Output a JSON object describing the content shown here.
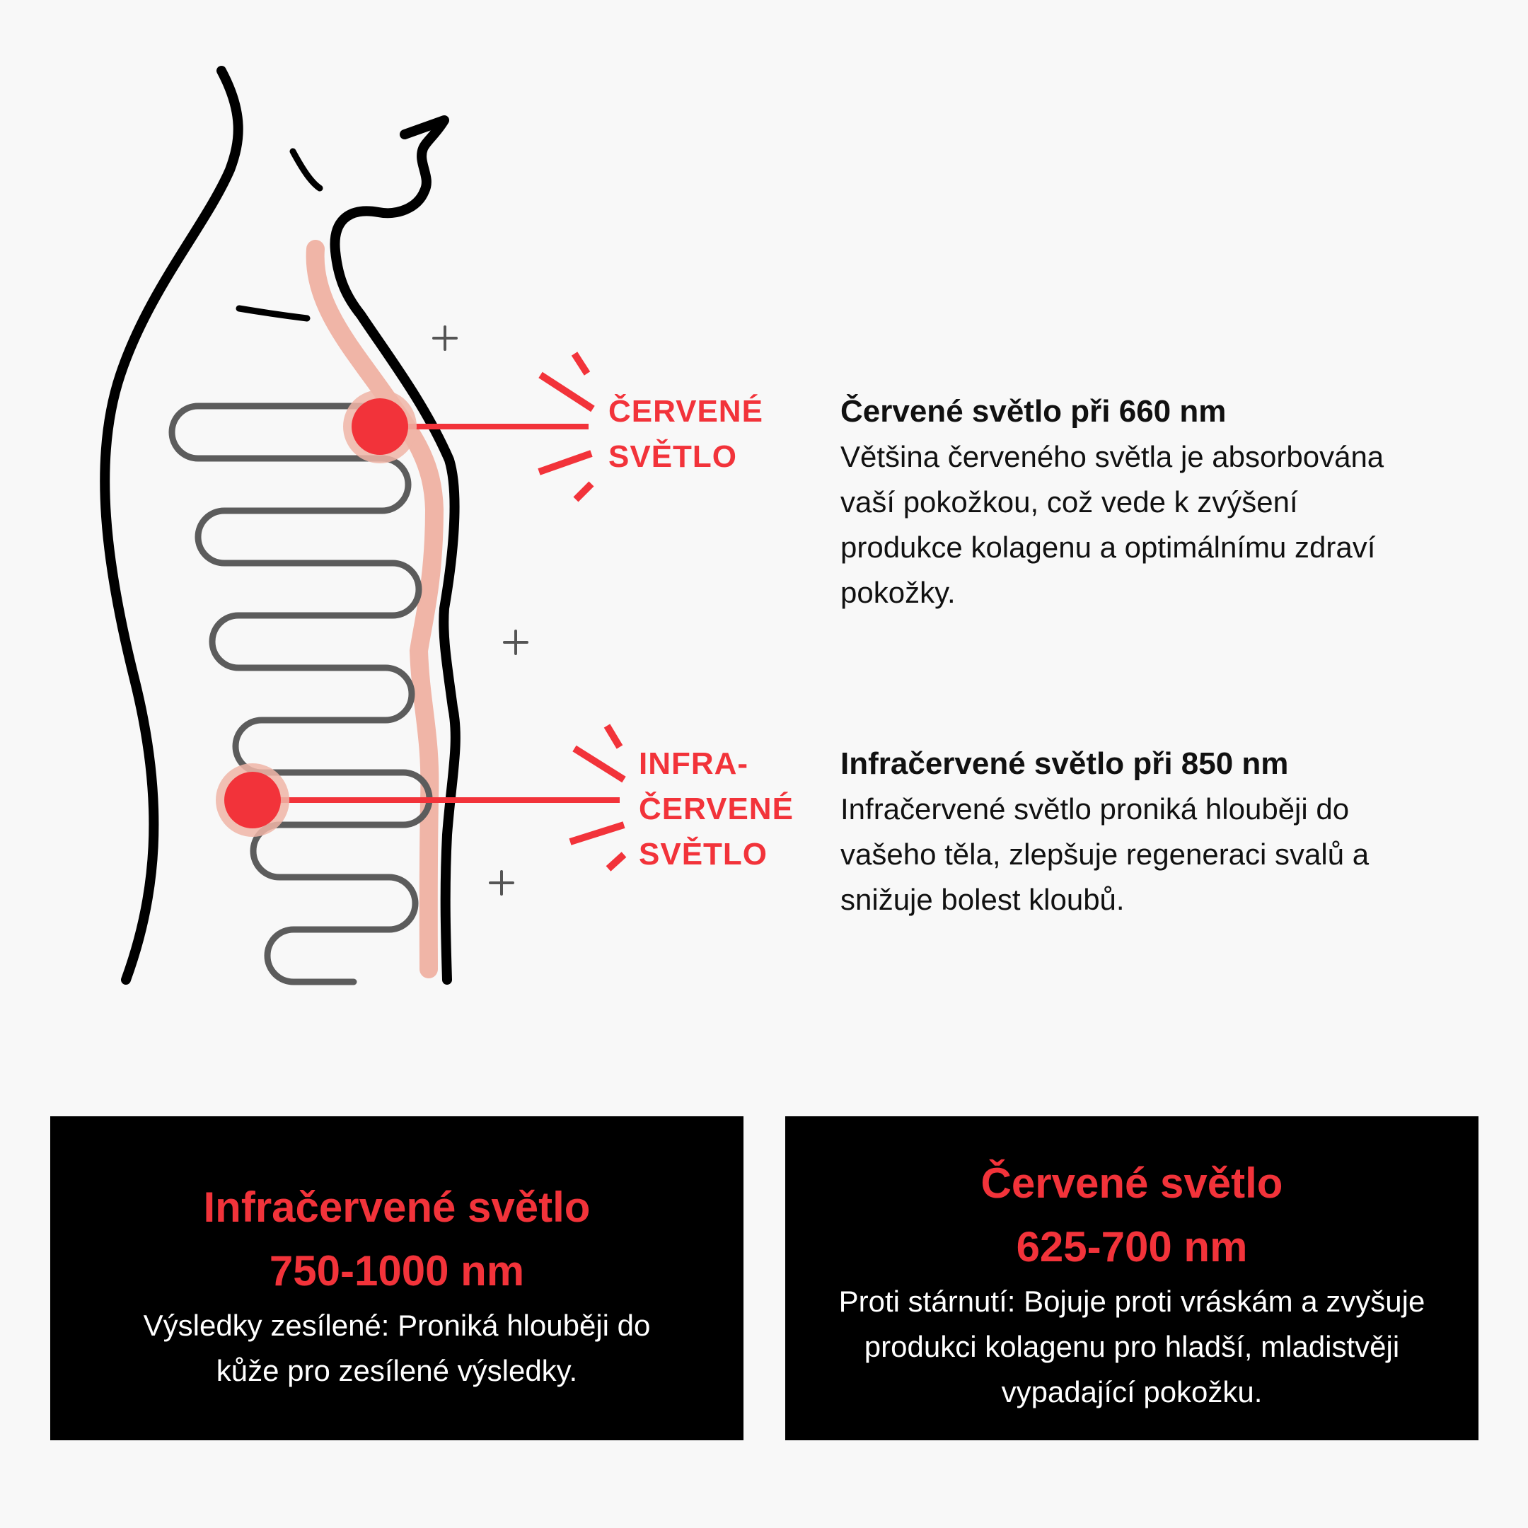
{
  "diagram": {
    "label_red": [
      "ČERVENÉ",
      "SVĚTLO"
    ],
    "label_ir": [
      "INFRA-",
      "ČERVENÉ",
      "SVĚTLO"
    ]
  },
  "info_red": {
    "title": "Červené světlo při 660 nm",
    "text": "Většina červeného světla je absorbována vaší pokožkou, což vede k zvýšení produkce kolagenu a optimálnímu zdraví pokožky."
  },
  "info_ir": {
    "title": "Infračervené světlo při 850 nm",
    "text": "Infračervené světlo proniká hlouběji do vašeho těla, zlepšuje regeneraci svalů a snižuje bolest kloubů."
  },
  "box_ir": {
    "title": "Infračervené světlo",
    "range": "750-1000 nm",
    "text": "Výsledky zesílené: Proniká hlouběji do kůže pro zesílené výsledky."
  },
  "box_red": {
    "title": "Červené světlo",
    "range": "625-700 nm",
    "text": "Proti stárnutí: Bojuje proti vráskám a zvyšuje produkci kolagenu pro hladší, mladistvěji vypadající pokožku."
  },
  "colors": {
    "accent_red": "#f2333a",
    "skin": "#f0b5a7",
    "background": "#f8f8f8",
    "box": "#000000"
  }
}
